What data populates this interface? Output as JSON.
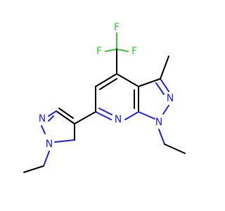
{
  "colors": {
    "background": "#ffffff",
    "bond": "#000000",
    "nitrogen": "#1d1df0",
    "fluorine": "#33cc33"
  },
  "atoms": {
    "n_pyridine": "N",
    "n1_pyrazolo": "N",
    "n2_pyrazolo": "N",
    "n1_pyrazole": "N",
    "n2_pyrazole": "N",
    "f1": "F",
    "f2": "F",
    "f3": "F"
  }
}
